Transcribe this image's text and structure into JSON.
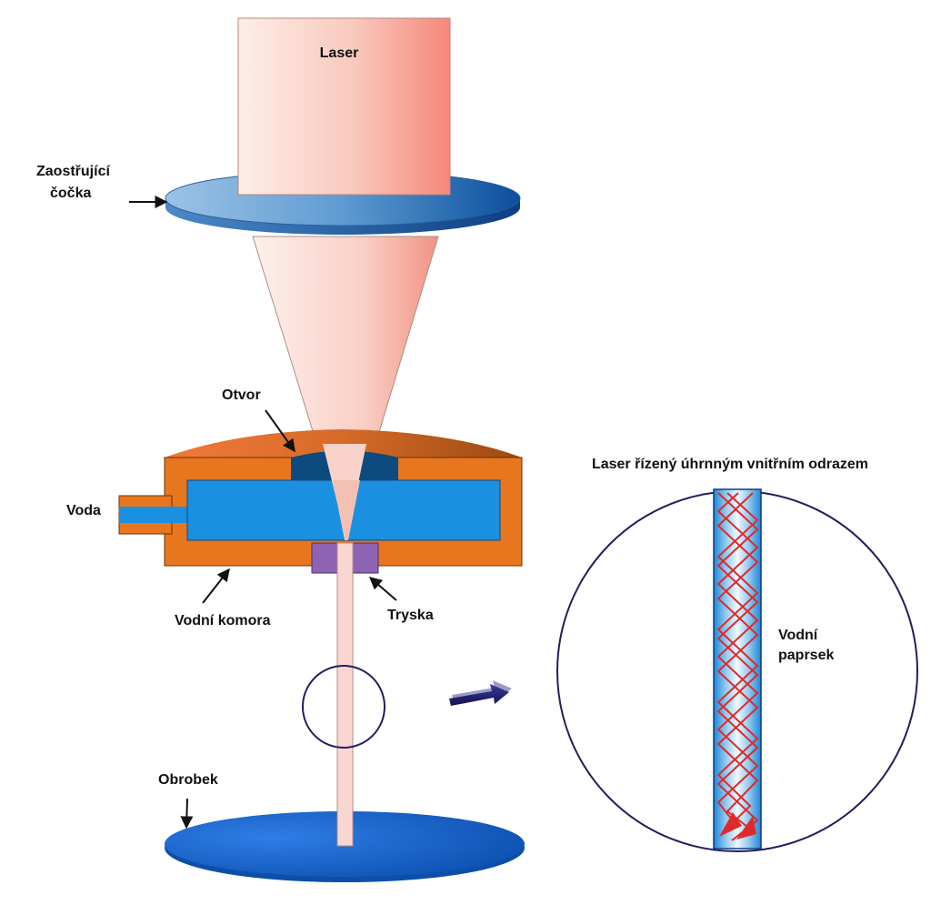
{
  "labels": {
    "laser": "Laser",
    "lens_line1": "Zaostřující",
    "lens_line2": "čočka",
    "aperture": "Otvor",
    "water": "Voda",
    "water_chamber": "Vodní komora",
    "nozzle": "Tryska",
    "workpiece": "Obrobek",
    "detail_title": "Laser řízený úhrnným vnitřním odrazem",
    "jet_line1": "Vodní",
    "jet_line2": "paprsek"
  },
  "colors": {
    "laser_light": "#fbe3dc",
    "laser_dark": "#f5877a",
    "lens_light": "#8ab8e0",
    "lens_dark": "#0a4f9c",
    "chamber_orange": "#e8761e",
    "chamber_water": "#1b8fe0",
    "aperture_dark": "#0d4a7e",
    "nozzle_purple": "#8f63b4",
    "workpiece_blue": "#1e6ad6",
    "outline_navy": "#241d5e",
    "reflection_red": "#dd2b2b"
  },
  "icons": {
    "arrow_pointer": "black-arrow-icon",
    "detail_arrow": "navy-3d-arrow-icon"
  }
}
